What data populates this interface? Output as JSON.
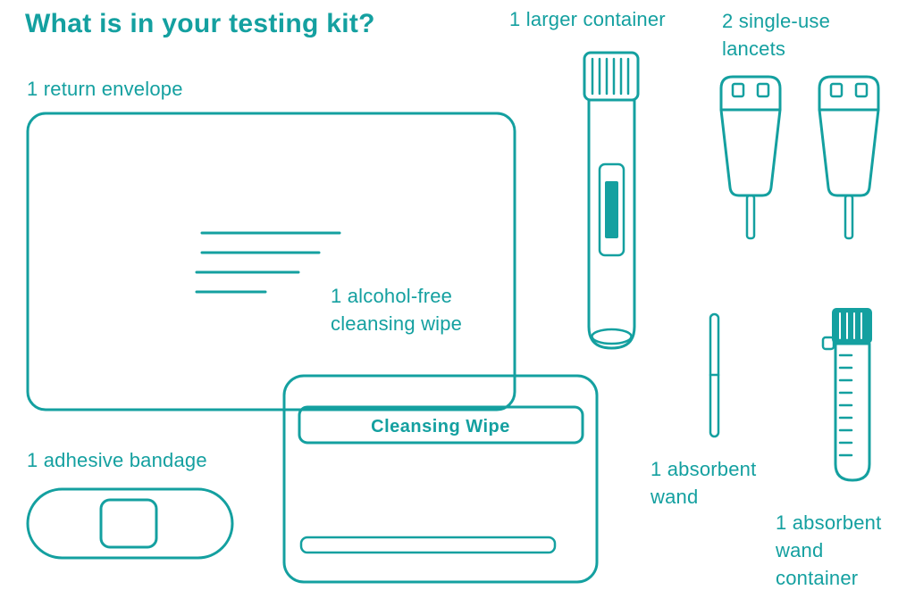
{
  "title": "What is in your testing kit?",
  "accent": "#14a0a0",
  "items": {
    "envelope": {
      "label": "1 return envelope"
    },
    "container": {
      "label": "1 larger container"
    },
    "lancets": {
      "label_line1": "2 single-use",
      "label_line2": "lancets"
    },
    "wipe": {
      "label_line1": "1 alcohol-free",
      "label_line2": "cleansing wipe",
      "packet_text": "Cleansing Wipe"
    },
    "bandage": {
      "label": "1 adhesive bandage"
    },
    "wand": {
      "label_line1": "1 absorbent",
      "label_line2": "wand"
    },
    "wand_container": {
      "label_line1": "1 absorbent",
      "label_line2": "wand",
      "label_line3": "container"
    }
  }
}
